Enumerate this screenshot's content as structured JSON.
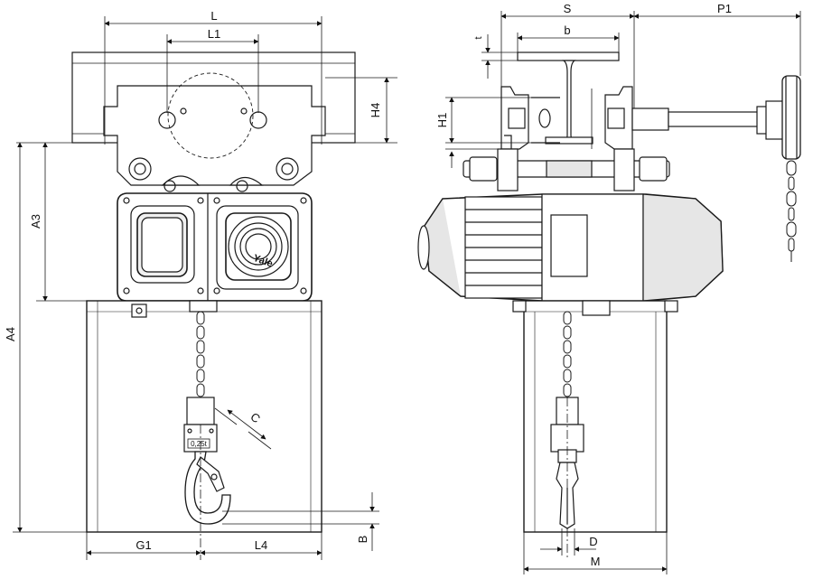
{
  "dimensions": {
    "L": "L",
    "L1": "L1",
    "H4": "H4",
    "A3": "A3",
    "A4": "A4",
    "G1": "G1",
    "L4": "L4",
    "C": "C",
    "B": "B",
    "S": "S",
    "P1": "P1",
    "b": "b",
    "t": "t",
    "H1": "H1",
    "D": "D",
    "M": "M"
  },
  "labels": {
    "brand": "Yale",
    "load_tag": "0,25t"
  },
  "colors": {
    "line": "#1a1a1a",
    "housing_fill": "#ffffff",
    "shade": "#e6e6e6",
    "panel_fill": "#f0f0f0"
  }
}
